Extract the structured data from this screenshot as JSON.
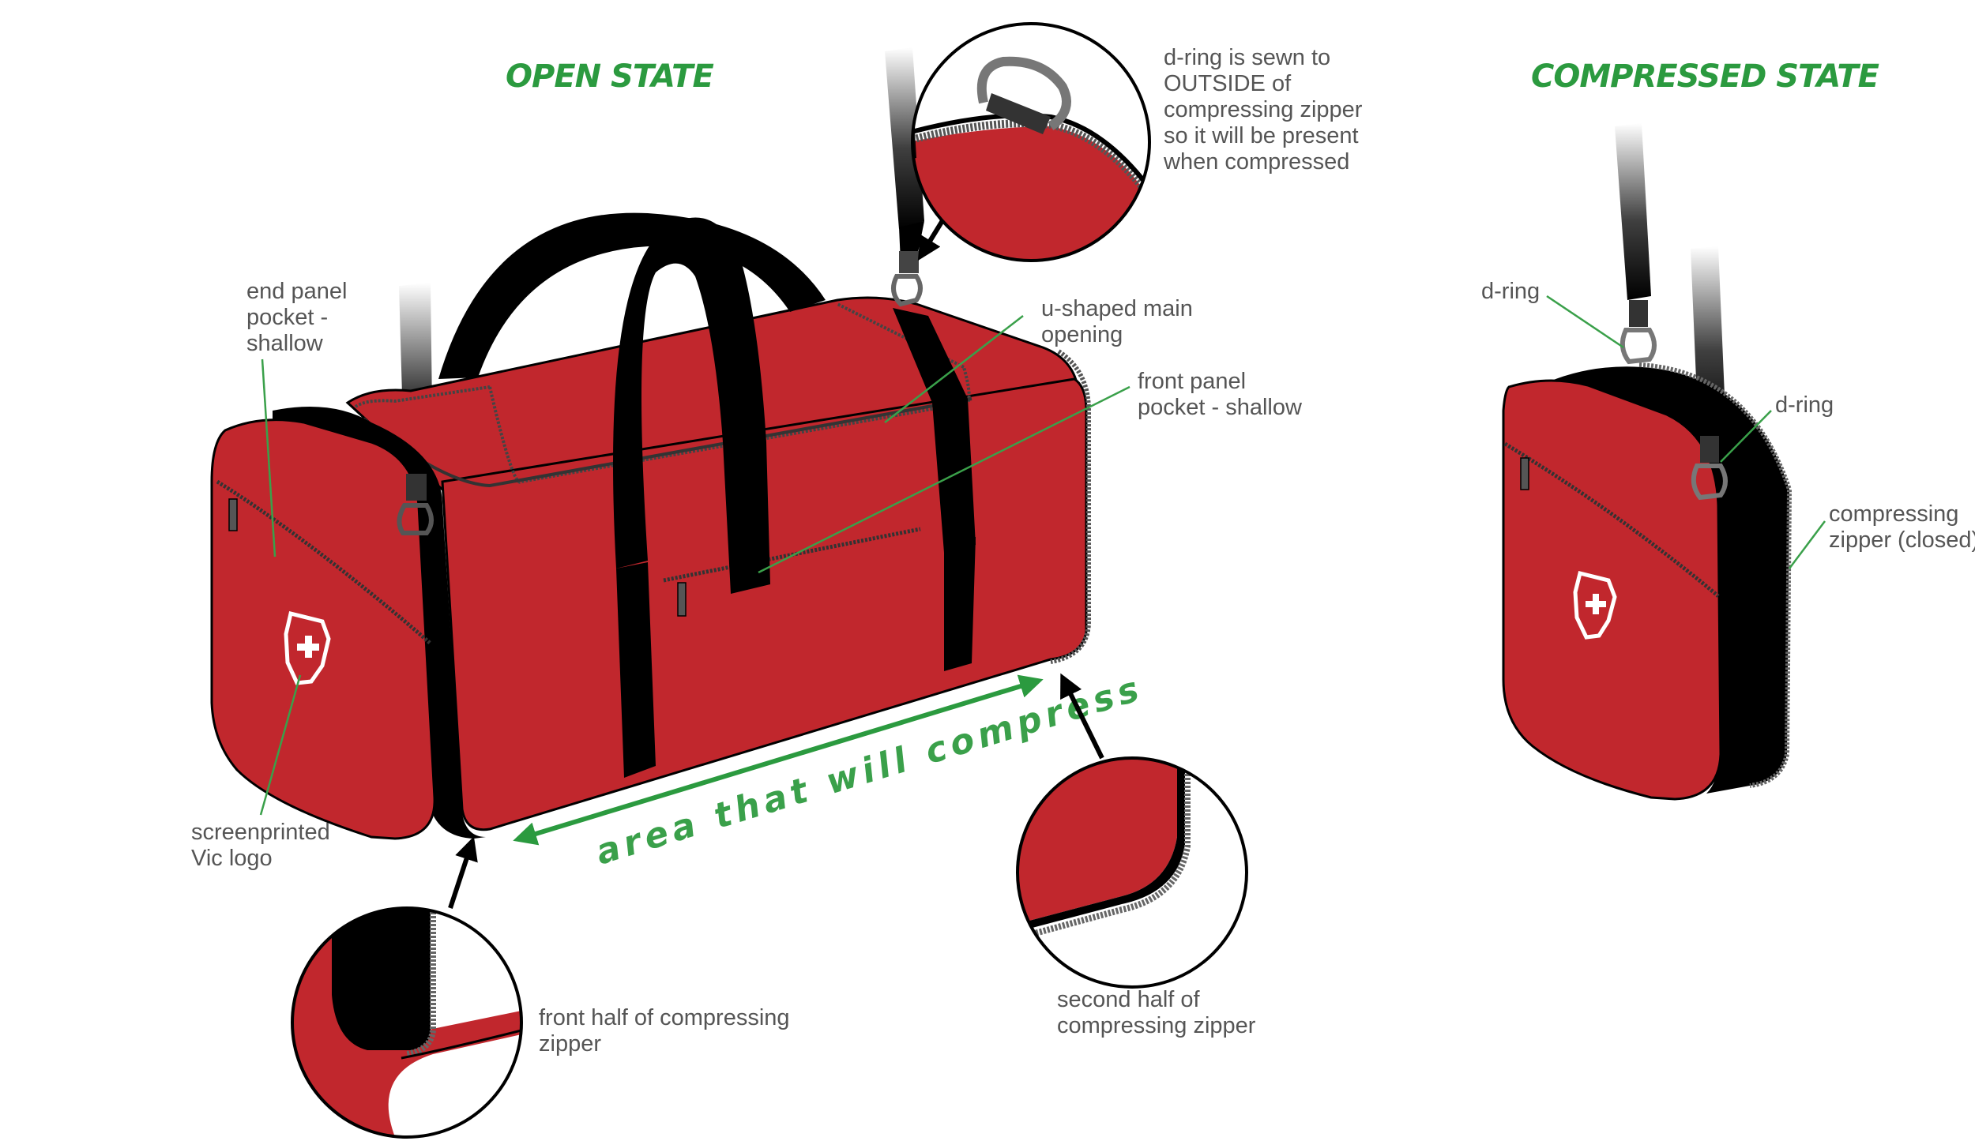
{
  "colors": {
    "bag_red": "#c1272d",
    "trim_black": "#000000",
    "heading_green": "#2b9a3f",
    "label_gray": "#555555",
    "leader_green": "#3aa04a"
  },
  "headings": {
    "open_state": "OPEN STATE",
    "compressed_state": "COMPRESSED STATE"
  },
  "labels": {
    "dring_note": [
      "d-ring is sewn to",
      "OUTSIDE of",
      "compressing zipper",
      "so it will be present",
      "when compressed"
    ],
    "end_panel_pocket": [
      "end panel",
      "pocket -",
      "shallow"
    ],
    "u_shaped_opening": [
      "u-shaped main",
      "opening"
    ],
    "front_panel_pocket": [
      "front panel",
      "pocket - shallow"
    ],
    "screenprinted_logo": [
      "screenprinted",
      "Vic logo"
    ],
    "front_half_zipper": [
      "front half of compressing",
      "zipper"
    ],
    "second_half_zipper": [
      "second half of",
      "compressing zipper"
    ],
    "dring_left": [
      "d-ring"
    ],
    "dring_right": [
      "d-ring"
    ],
    "compressing_closed": [
      "compressing",
      "zipper (closed)"
    ]
  },
  "compress_arrow_text": "area that will compress",
  "icons": [
    "vic-logo-icon",
    "d-ring-icon",
    "zipper-pull-icon"
  ]
}
